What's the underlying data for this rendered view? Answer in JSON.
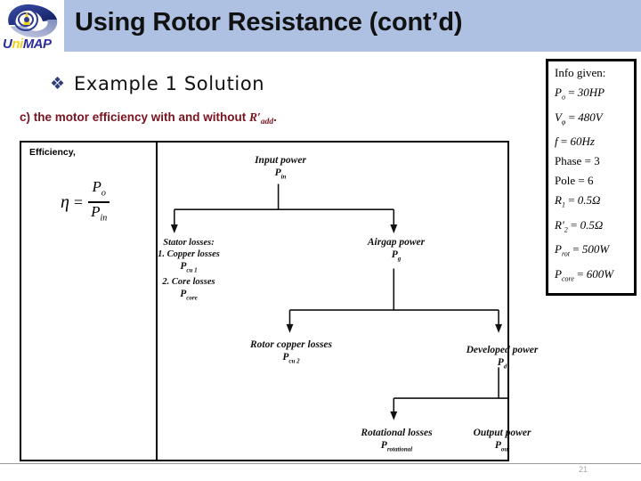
{
  "header": {
    "title": "Using Rotor Resistance (cont’d)",
    "logo_prefix": "U",
    "logo_mid": "ni",
    "logo_suffix": "MAP",
    "bar_color": "#aec1e3"
  },
  "heading": {
    "bullet_glyph": "❖",
    "text": "Example 1 Solution"
  },
  "subquestion": {
    "prefix": "c) the motor efficiency with and without ",
    "symbol": "R′",
    "subscript": "add",
    "suffix": ".",
    "color": "#7a1320"
  },
  "efficiency": {
    "label": "Efficiency,",
    "eta": "η",
    "equals": "=",
    "numerator": "P",
    "numerator_sub": "o",
    "denominator": "P",
    "denominator_sub": "in"
  },
  "diagram": {
    "type": "power-flow",
    "nodes": [
      {
        "id": "input",
        "line1": "Input power",
        "line2": "",
        "symbol": "P",
        "sub": "in"
      },
      {
        "id": "stator",
        "line1": "Stator losses:",
        "line2": "",
        "symbol": "",
        "sub": ""
      },
      {
        "id": "copper1",
        "line1": "1. Copper losses",
        "line2": "",
        "symbol": "P",
        "sub": "cu 1"
      },
      {
        "id": "core",
        "line1": "2. Core losses",
        "line2": "",
        "symbol": "P",
        "sub": "core"
      },
      {
        "id": "airgap",
        "line1": "Airgap power",
        "line2": "",
        "symbol": "P",
        "sub": "g"
      },
      {
        "id": "rotorcu",
        "line1": "Rotor copper losses",
        "line2": "",
        "symbol": "P",
        "sub": "cu 2"
      },
      {
        "id": "developed",
        "line1": "Developed power",
        "line2": "",
        "symbol": "P",
        "sub": "d"
      },
      {
        "id": "rotational",
        "line1": "Rotational losses",
        "line2": "",
        "symbol": "P",
        "sub": "rotational"
      },
      {
        "id": "output",
        "line1": "Output power",
        "line2": "",
        "symbol": "P",
        "sub": "out"
      }
    ]
  },
  "info_box": {
    "title": "Info given:",
    "lines": [
      {
        "sym": "P",
        "sub": "o",
        "eq": "=",
        "val": "30HP"
      },
      {
        "sym": "V",
        "sub": "φ",
        "eq": "=",
        "val": "480V"
      },
      {
        "sym": "f",
        "sub": "",
        "eq": "=",
        "val": "60Hz"
      },
      {
        "sym": "Phase",
        "sub": "",
        "eq": "=",
        "val": "3",
        "roman": true
      },
      {
        "sym": "Pole",
        "sub": "",
        "eq": "=",
        "val": "6",
        "roman": true
      },
      {
        "sym": "R",
        "sub": "1",
        "eq": "=",
        "val": "0.5Ω"
      },
      {
        "sym": "R′",
        "sub": "2",
        "eq": "=",
        "val": "0.5Ω"
      },
      {
        "sym": "P",
        "sub": "rot",
        "eq": "=",
        "val": "500W"
      },
      {
        "sym": "P",
        "sub": "core",
        "eq": "=",
        "val": "600W"
      }
    ]
  },
  "footer": {
    "page_number": "21"
  }
}
